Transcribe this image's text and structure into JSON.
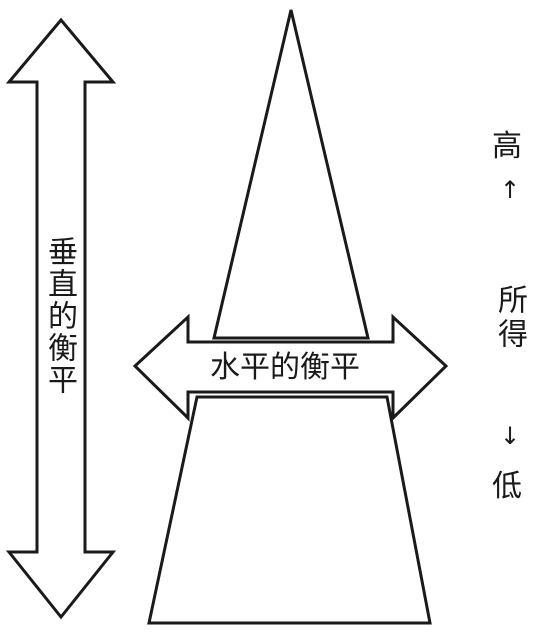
{
  "vertical_balance_label": "垂直的衡平",
  "horizontal_balance_label": "水平的衡平",
  "income_scale": {
    "high_label": "高",
    "up_arrow": "↑",
    "middle_label": "所得",
    "down_arrow": "↓",
    "low_label": "低"
  }
}
